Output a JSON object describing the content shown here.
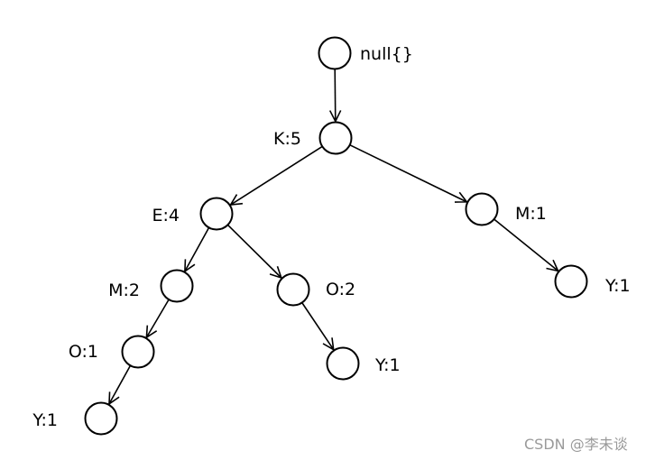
{
  "nodes": [
    {
      "id": "root",
      "label": "null{}"
    },
    {
      "id": "k",
      "label": "K:5"
    },
    {
      "id": "e",
      "label": "E:4"
    },
    {
      "id": "m1",
      "label": "M:1"
    },
    {
      "id": "m2",
      "label": "M:2"
    },
    {
      "id": "o2",
      "label": "O:2"
    },
    {
      "id": "y-under-m1",
      "label": "Y:1"
    },
    {
      "id": "o1",
      "label": "O:1"
    },
    {
      "id": "y-under-o2",
      "label": "Y:1"
    },
    {
      "id": "y-under-o1",
      "label": "Y:1"
    }
  ],
  "edges": [
    {
      "from": "root",
      "to": "k"
    },
    {
      "from": "k",
      "to": "e"
    },
    {
      "from": "k",
      "to": "m1"
    },
    {
      "from": "e",
      "to": "m2"
    },
    {
      "from": "e",
      "to": "o2"
    },
    {
      "from": "m1",
      "to": "y-under-m1"
    },
    {
      "from": "m2",
      "to": "o1"
    },
    {
      "from": "o2",
      "to": "y-under-o2"
    },
    {
      "from": "o1",
      "to": "y-under-o1"
    }
  ],
  "watermark": "CSDN @李未谈",
  "colors": {
    "stroke": "#000000",
    "background": "#ffffff",
    "watermark": "#9a9a9a"
  }
}
